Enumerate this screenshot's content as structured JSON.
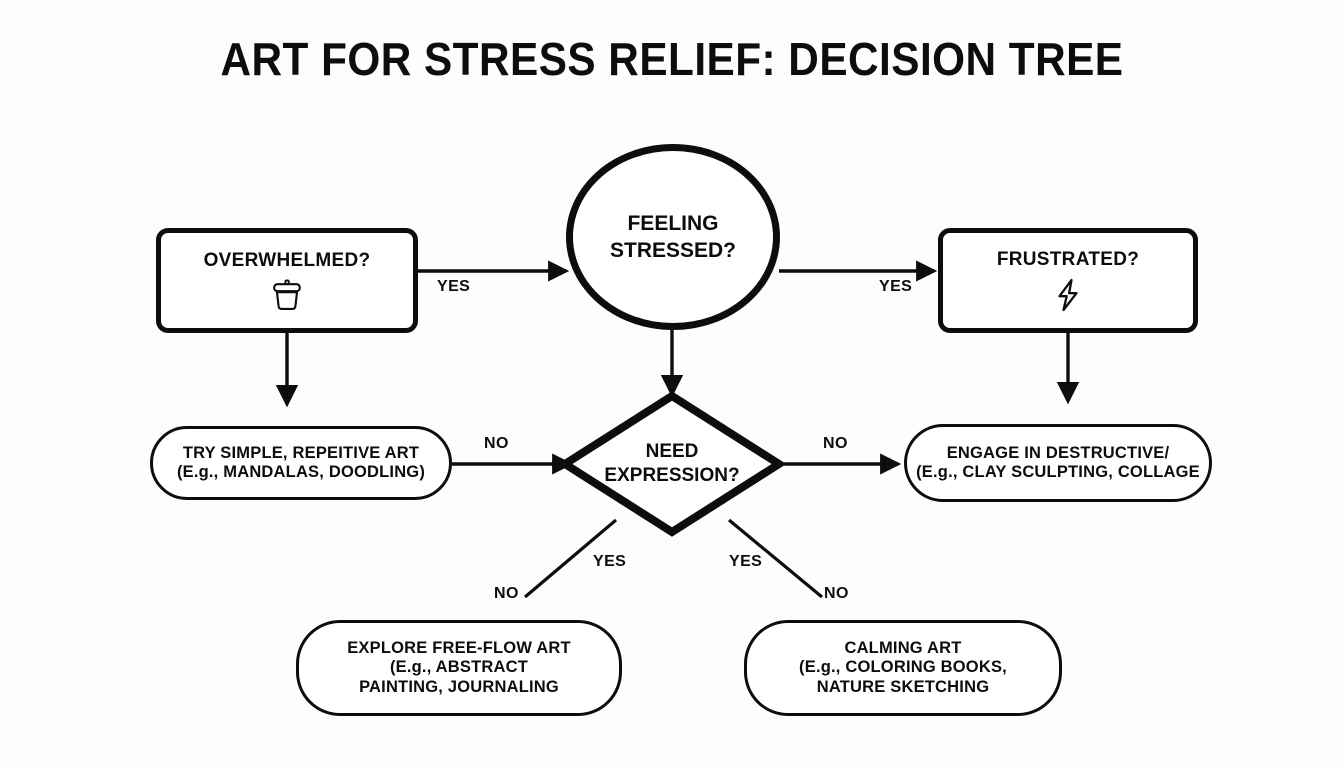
{
  "page": {
    "title": "ART FOR STRESS RELIEF: DECISION TREE",
    "background_color": "#fdfdfd",
    "ink_color": "#0d0d0d"
  },
  "nodes": {
    "overwhelmed": {
      "label": "OVERWHELMED?",
      "icon": "pot-icon",
      "shape": "rounded-rectangle"
    },
    "feeling_stressed": {
      "line1": "FEELING",
      "line2": "STRESSED?",
      "shape": "circle"
    },
    "frustrated": {
      "label": "FRUSTRATED?",
      "icon": "lightning-bolt-icon",
      "shape": "rounded-rectangle"
    },
    "simple_art": {
      "line1": "TRY SIMPLE, REPEITIVE ART",
      "line2": "(E.g., MANDALAS, DOODLING)",
      "shape": "pill"
    },
    "need_expression": {
      "line1": "NEED",
      "line2": "EXPRESSION?",
      "shape": "diamond"
    },
    "destructive_art": {
      "line1": "ENGAGE IN DESTRUCTIVE/",
      "line2": "(E.g., CLAY SCULPTING, COLLAGE",
      "shape": "pill"
    },
    "free_flow_art": {
      "line1": "EXPLORE FREE-FLOW ART",
      "line2": "(E.g., ABSTRACT",
      "line3": "PAINTING, JOURNALING",
      "shape": "pill"
    },
    "calming_art": {
      "line1": "CALMING ART",
      "line2": "(E.g., COLORING BOOKS,",
      "line3": "NATURE SKETCHING",
      "shape": "pill"
    }
  },
  "edges": [
    {
      "id": "overwhelmed-to-stressed",
      "label": "YES",
      "from": "overwhelmed",
      "to": "feeling_stressed"
    },
    {
      "id": "stressed-to-frustrated",
      "label": "YES",
      "from": "feeling_stressed",
      "to": "frustrated"
    },
    {
      "id": "overwhelmed-to-simple-art",
      "label": "",
      "from": "overwhelmed",
      "to": "simple_art"
    },
    {
      "id": "stressed-to-need-expression",
      "label": "",
      "from": "feeling_stressed",
      "to": "need_expression"
    },
    {
      "id": "frustrated-to-destructive-art",
      "label": "",
      "from": "frustrated",
      "to": "destructive_art"
    },
    {
      "id": "simple-art-to-need-expression",
      "label": "NO",
      "from": "simple_art",
      "to": "need_expression"
    },
    {
      "id": "need-expression-to-destructive-art",
      "label": "NO",
      "from": "need_expression",
      "to": "destructive_art"
    },
    {
      "id": "need-expression-to-free-flow-yes",
      "label": "YES",
      "from": "need_expression",
      "to": "free_flow_art"
    },
    {
      "id": "need-expression-to-free-flow-no",
      "label": "NO",
      "from": "need_expression",
      "to": "free_flow_art"
    },
    {
      "id": "need-expression-to-calming-yes",
      "label": "YES",
      "from": "need_expression",
      "to": "calming_art"
    },
    {
      "id": "need-expression-to-calming-no",
      "label": "NO",
      "from": "need_expression",
      "to": "calming_art"
    }
  ]
}
